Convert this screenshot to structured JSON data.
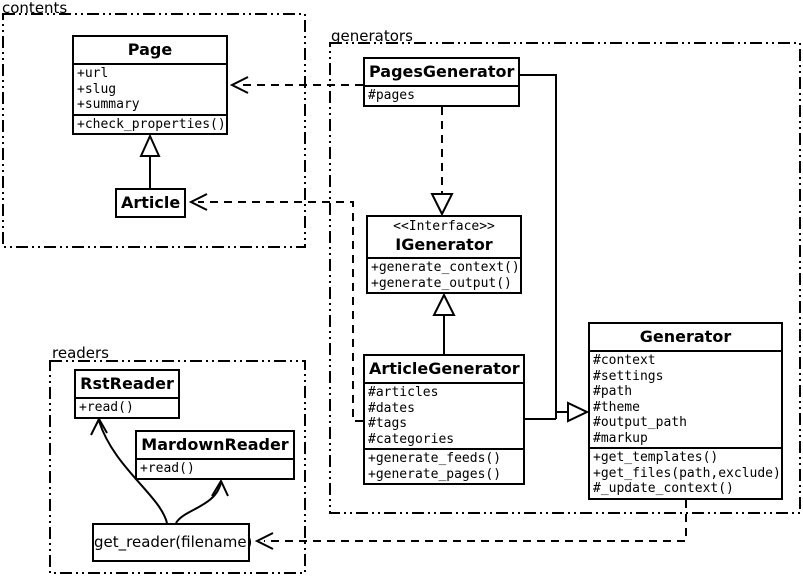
{
  "packages": {
    "contents": {
      "label": "contents"
    },
    "generators": {
      "label": "generators"
    },
    "readers": {
      "label": "readers"
    }
  },
  "classes": {
    "page": {
      "name": "Page",
      "attributes": [
        "+url",
        "+slug",
        "+summary"
      ],
      "methods": [
        "+check_properties()"
      ]
    },
    "article": {
      "name": "Article"
    },
    "pages_generator": {
      "name": "PagesGenerator",
      "attributes": [
        "#pages"
      ]
    },
    "igenerator": {
      "stereotype": "<<Interface>>",
      "name": "IGenerator",
      "methods": [
        "+generate_context()",
        "+generate_output()"
      ]
    },
    "article_generator": {
      "name": "ArticleGenerator",
      "attributes": [
        "#articles",
        "#dates",
        "#tags",
        "#categories"
      ],
      "methods": [
        "+generate_feeds()",
        "+generate_pages()"
      ]
    },
    "generator": {
      "name": "Generator",
      "attributes": [
        "#context",
        "#settings",
        "#path",
        "#theme",
        "#output_path",
        "#markup"
      ],
      "methods": [
        "+get_templates()",
        "+get_files(path,exclude)",
        "#_update_context()"
      ]
    },
    "rst_reader": {
      "name": "RstReader",
      "methods": [
        "+read()"
      ]
    },
    "mardown_reader": {
      "name": "MardownReader",
      "methods": [
        "+read()"
      ]
    },
    "get_reader": {
      "name": "get_reader(filename)"
    }
  },
  "relationships": [
    {
      "from": "Article",
      "to": "Page",
      "type": "generalization"
    },
    {
      "from": "PagesGenerator",
      "to": "Page",
      "type": "dependency"
    },
    {
      "from": "PagesGenerator",
      "to": "IGenerator",
      "type": "realization"
    },
    {
      "from": "PagesGenerator",
      "to": "Generator",
      "type": "generalization"
    },
    {
      "from": "ArticleGenerator",
      "to": "IGenerator",
      "type": "generalization"
    },
    {
      "from": "ArticleGenerator",
      "to": "Generator",
      "type": "generalization"
    },
    {
      "from": "ArticleGenerator",
      "to": "Article",
      "type": "dependency"
    },
    {
      "from": "Generator",
      "to": "get_reader(filename)",
      "type": "dependency"
    },
    {
      "from": "get_reader(filename)",
      "to": "RstReader",
      "type": "association"
    },
    {
      "from": "get_reader(filename)",
      "to": "MardownReader",
      "type": "association"
    }
  ],
  "colors": {
    "line": "#000000",
    "background": "#ffffff",
    "box_fill": "#ffffff"
  }
}
